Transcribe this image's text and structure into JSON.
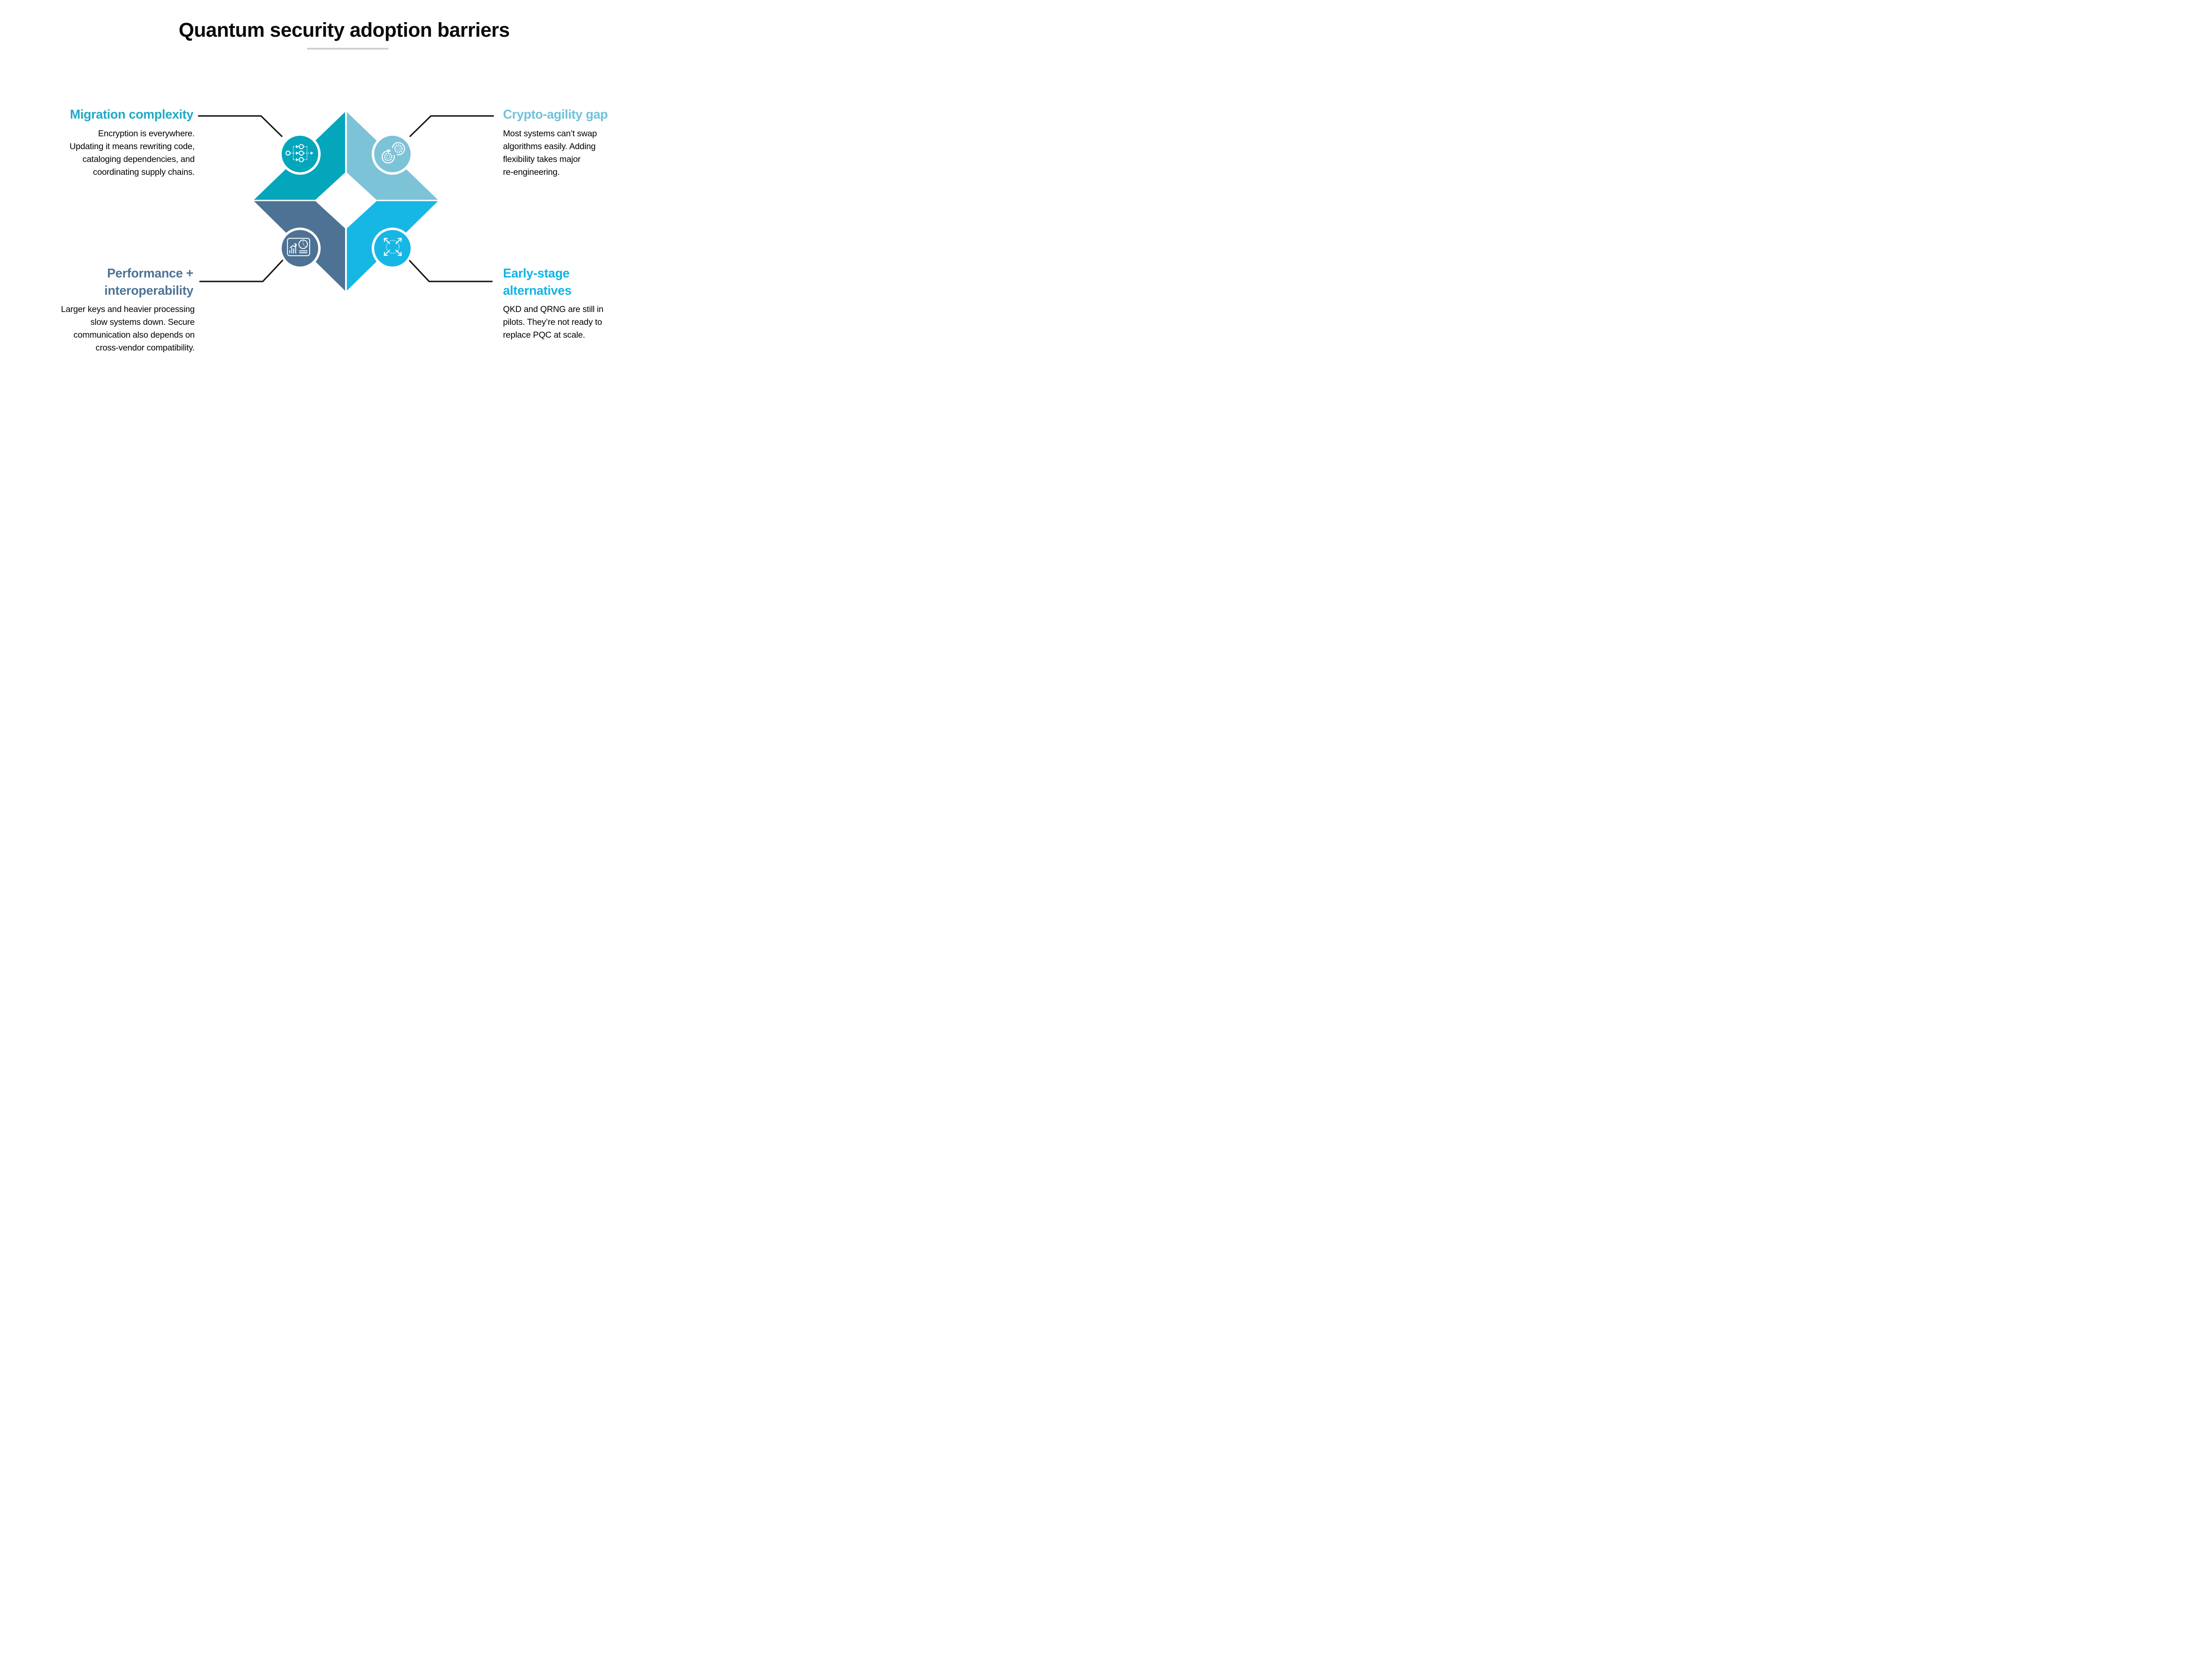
{
  "title": "Quantum security adoption barriers",
  "colors": {
    "teal": "#04A6BC",
    "teal_heading": "#1FABC5",
    "light_blue": "#7DC3D8",
    "light_blue_heading": "#6FC2DC",
    "slate": "#4E7293",
    "slate_heading": "#4E7396",
    "cyan": "#17B7E5",
    "cyan_heading": "#10B4E6",
    "connector": "#141414",
    "divider": "#CFCFCF",
    "body_text": "#000000"
  },
  "sections": {
    "migration": {
      "heading": "Migration complexity",
      "body": "Encryption is everywhere.\nUpdating it means rewriting code,\ncataloging dependencies, and\ncoordinating supply chains.",
      "icon": "process-flow-icon"
    },
    "crypto_agility": {
      "heading": "Crypto-agility gap",
      "body": "Most systems can’t swap\nalgorithms easily. Adding\nflexibility takes major\nre-engineering.",
      "icon": "gears-sync-icon"
    },
    "performance": {
      "heading": "Performance +\ninteroperability",
      "body": "Larger keys and heavier processing\nslow systems down. Secure\ncommunication also depends on\ncross-vendor compatibility.",
      "icon": "dashboard-chart-icon"
    },
    "early_stage": {
      "heading": "Early-stage\nalternatives",
      "body": "QKD and QRNG are still in\npilots. They’re not ready to\nreplace PQC at scale.",
      "icon": "expand-arrows-icon"
    }
  }
}
